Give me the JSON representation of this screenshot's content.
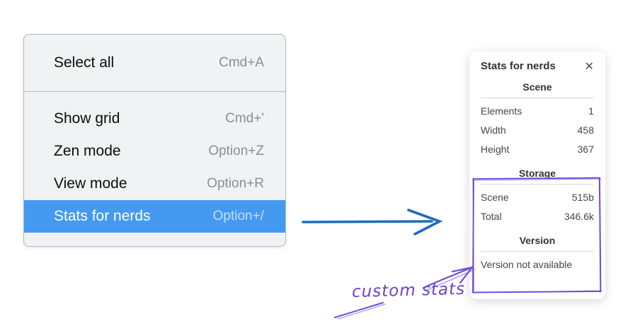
{
  "menu": {
    "groups": [
      {
        "items": [
          {
            "label": "Select all",
            "shortcut": "Cmd+A"
          }
        ]
      },
      {
        "items": [
          {
            "label": "Show grid",
            "shortcut": "Cmd+'"
          },
          {
            "label": "Zen mode",
            "shortcut": "Option+Z"
          },
          {
            "label": "View mode",
            "shortcut": "Option+R"
          },
          {
            "label": "Stats for nerds",
            "shortcut": "Option+/"
          }
        ]
      }
    ]
  },
  "stats_panel": {
    "title": "Stats for nerds",
    "close_icon": "✕",
    "sections": [
      {
        "header": "Scene",
        "rows": [
          [
            "Elements",
            "1"
          ],
          [
            "Width",
            "458"
          ],
          [
            "Height",
            "367"
          ]
        ]
      },
      {
        "header": "Storage",
        "rows": [
          [
            "Scene",
            "515b"
          ],
          [
            "Total",
            "346.6k"
          ]
        ]
      },
      {
        "header": "Version",
        "note": "Version not available"
      }
    ]
  },
  "annotations": {
    "label": "custom stats",
    "colors": {
      "menu_highlight": "#449af0",
      "flow_arrow_blue": "#1d6dbf",
      "annotation_purple": "#6741d9"
    }
  }
}
